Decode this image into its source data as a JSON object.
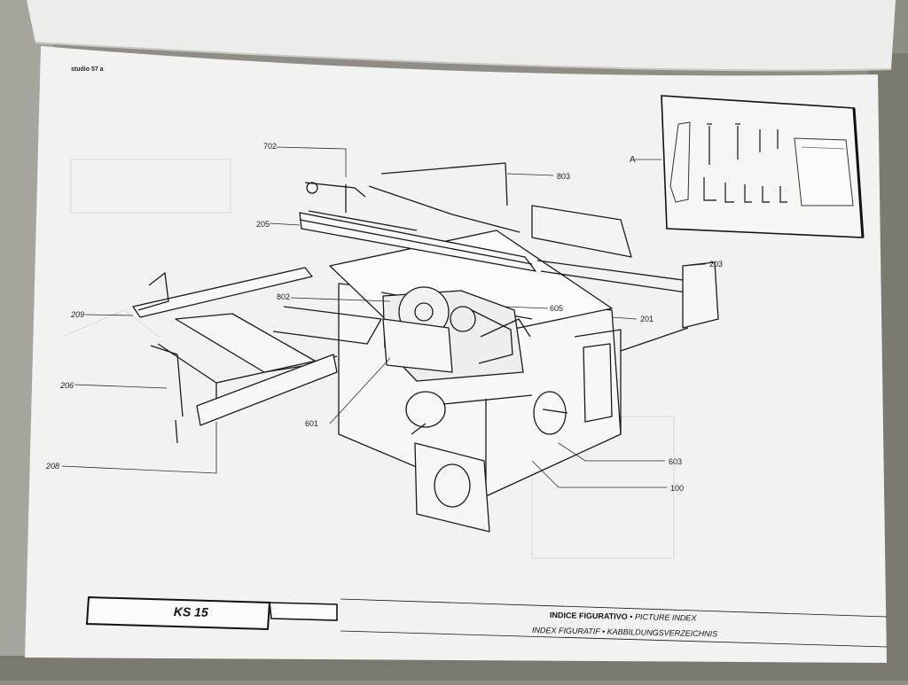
{
  "page": {
    "header": {
      "brand": "studio 57 a"
    },
    "callouts": [
      {
        "id": "c-702",
        "text": "702"
      },
      {
        "id": "c-803",
        "text": "803"
      },
      {
        "id": "c-205",
        "text": "205"
      },
      {
        "id": "c-203",
        "text": "203"
      },
      {
        "id": "c-802",
        "text": "802"
      },
      {
        "id": "c-605",
        "text": "605"
      },
      {
        "id": "c-209",
        "text": "209"
      },
      {
        "id": "c-201",
        "text": "201"
      },
      {
        "id": "c-206",
        "text": "206"
      },
      {
        "id": "c-601",
        "text": "601"
      },
      {
        "id": "c-603",
        "text": "603"
      },
      {
        "id": "c-100",
        "text": "100"
      },
      {
        "id": "c-208",
        "text": "208"
      }
    ],
    "inset": {
      "label": "A"
    },
    "footer": {
      "model": "KS 15",
      "title_line1_bold": "INDICE FIGURATIVO",
      "title_line1_italic": "• PICTURE INDEX",
      "title_line2": "INDEX FIGURATIF • KABBILDUNGSVERZEICHNIS"
    }
  },
  "colors": {
    "paper": "#f0f0ee",
    "background": "#8f8e86",
    "ink": "#1c1c1c"
  }
}
